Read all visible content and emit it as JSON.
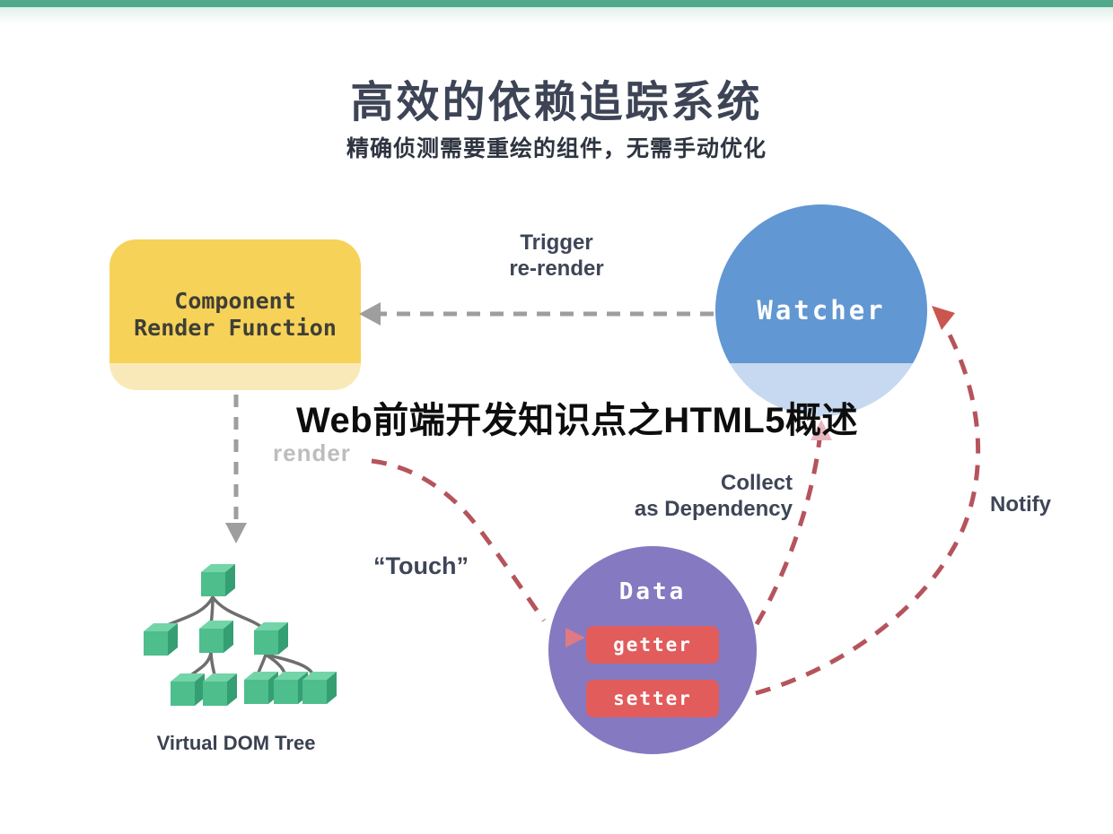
{
  "header": {
    "title": "高效的依赖追踪系统",
    "subtitle": "精确侦测需要重绘的组件，无需手动优化"
  },
  "watermark": {
    "text": "Web前端开发知识点之HTML5概述"
  },
  "diagram": {
    "component_box": {
      "line1": "Component",
      "line2": "Render Function"
    },
    "watcher": {
      "label": "Watcher"
    },
    "data": {
      "title": "Data",
      "getter": "getter",
      "setter": "setter"
    },
    "labels": {
      "trigger_line1": "Trigger",
      "trigger_line2": "re-render",
      "render": "render",
      "touch": "“Touch”",
      "collect_line1": "Collect",
      "collect_line2": "as Dependency",
      "notify": "Notify"
    },
    "tree": {
      "label": "Virtual DOM Tree"
    }
  },
  "colors": {
    "top_bar": "#4fa98a",
    "title_text": "#3d4456",
    "component_box_fill": "#f6d259",
    "component_box_fill_light": "#fae9b8",
    "watcher_fill": "#6197d2",
    "watcher_fill_light": "#c6d9f0",
    "data_fill": "#8579c1",
    "accessor_fill": "#e25c5c",
    "gray_arrow": "#9e9e9e",
    "red_dash": "#b5545c",
    "pink_arrowhead": "#e9b6bf",
    "red_arrowhead": "#cb564f",
    "cube_front": "#4dbe8c",
    "cube_top": "#73d4a8",
    "cube_side": "#359e73"
  }
}
